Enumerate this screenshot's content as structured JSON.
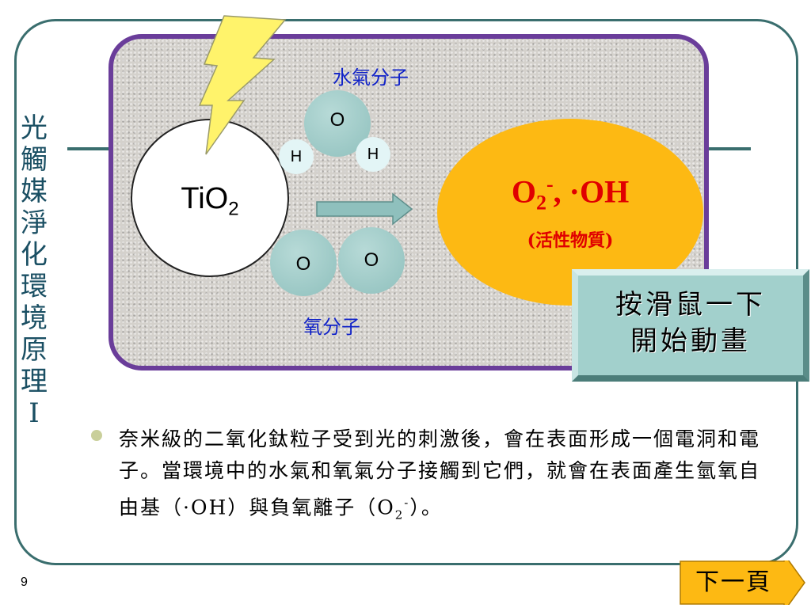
{
  "slide": {
    "side_title_chars": [
      "光",
      "觸",
      "媒",
      "淨",
      "化",
      "環",
      "境",
      "原",
      "理",
      "Ⅰ"
    ],
    "page_number": "9"
  },
  "diagram": {
    "catalyst": {
      "base": "TiO",
      "sub": "2"
    },
    "water_label": "水氣分子",
    "water_atoms": {
      "oxygen": "O",
      "hydrogen_left": "H",
      "hydrogen_right": "H"
    },
    "oxygen_label": "氧分子",
    "oxygen_atoms": {
      "left": "O",
      "right": "O"
    },
    "result": {
      "o_base": "O",
      "o_sub": "2",
      "o_sup": "-",
      "rest": ", ·OH",
      "subtitle": "(活性物質)"
    }
  },
  "buttons": {
    "animate_line1": "按滑鼠一下",
    "animate_line2": "開始動畫",
    "next": "下一頁"
  },
  "body": {
    "text_main": "奈米級的二氧化鈦粒子受到光的刺激後，會在表面形成一個電洞和電子。當環境中的水氣和氧氣分子接觸到它們，就會在表面產生氫氧自由基（·OH）與負氧離子（O",
    "text_sub": "2",
    "text_sup": "-",
    "text_end": "）。"
  },
  "colors": {
    "frame": "#3a6e6e",
    "panel_border": "#6a3d9a",
    "lightning": "#fff36b",
    "result_fill": "#fdb913",
    "result_text": "#e00000",
    "molecule_label": "#1022c8",
    "button_fill": "#a2d0cc",
    "next_fill": "#fdb913"
  },
  "icons": [
    "lightning-bolt-icon",
    "right-arrow-icon",
    "bullet-icon",
    "next-arrow-icon"
  ]
}
